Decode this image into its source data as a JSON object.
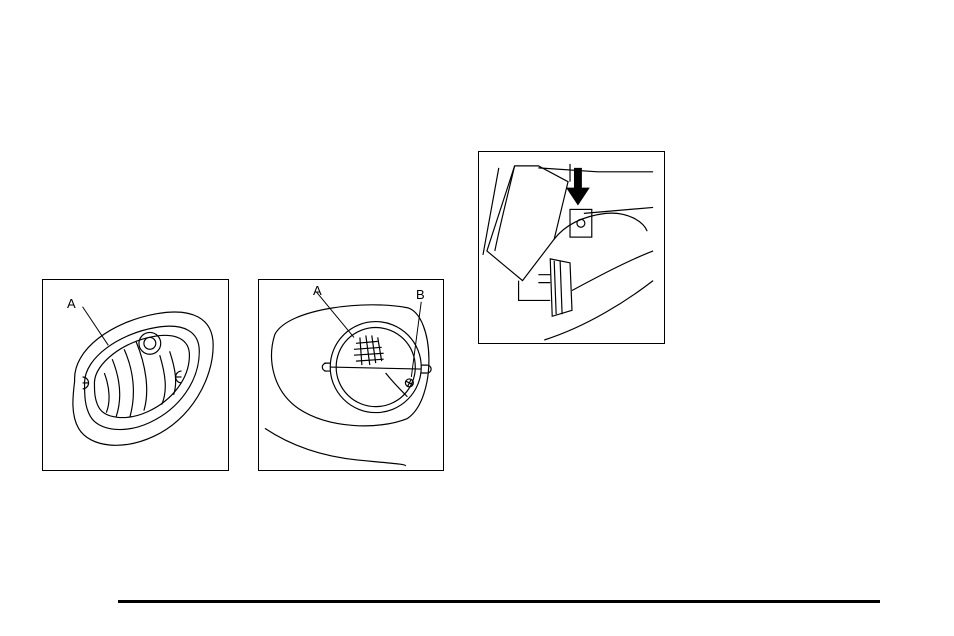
{
  "figures": {
    "left": {
      "callout_a": "A"
    },
    "middle": {
      "callout_a": "A",
      "callout_b": "B"
    },
    "right": {}
  },
  "colors": {
    "ink": "#000000",
    "paper": "#ffffff"
  }
}
